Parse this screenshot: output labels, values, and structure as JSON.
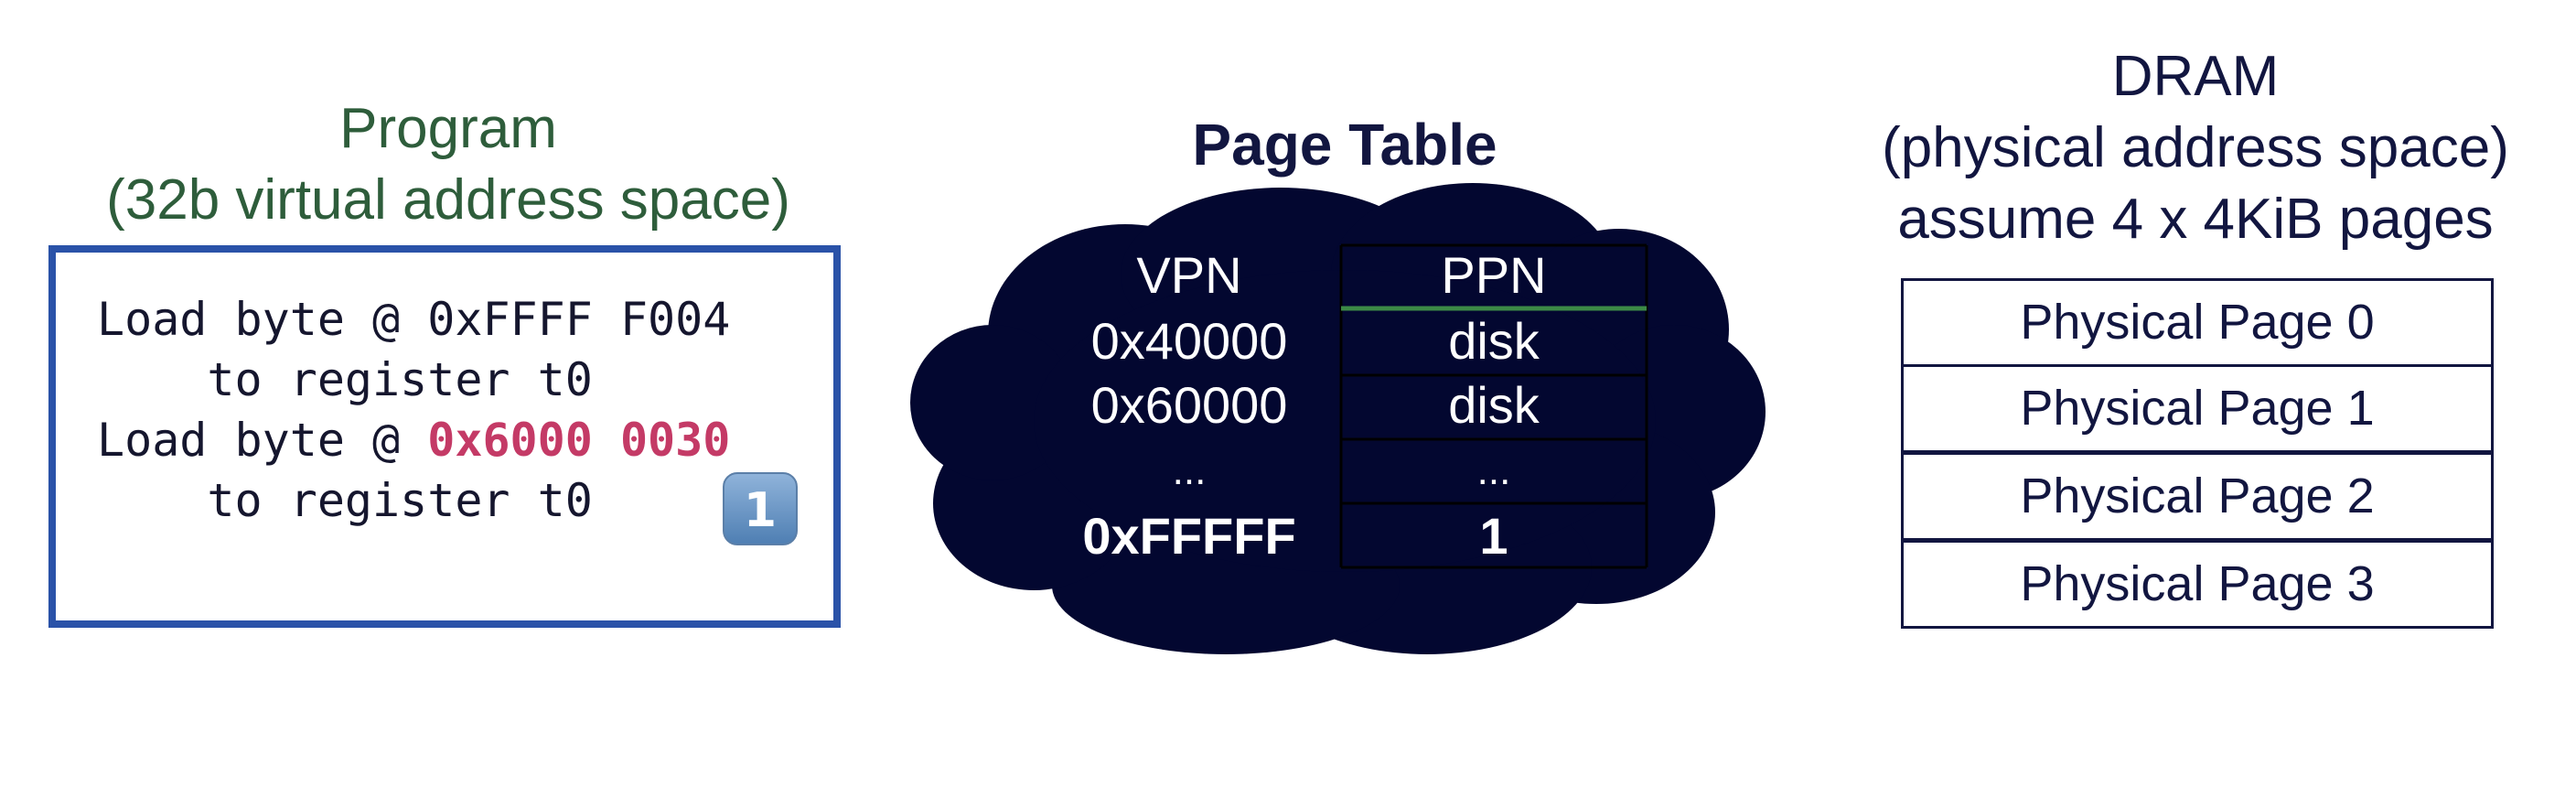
{
  "program": {
    "title_line1": "Program",
    "title_line2": "(32b virtual address space)",
    "lines": [
      {
        "prefix": "Load byte @ ",
        "address": "0xFFFF F004"
      },
      {
        "text": "    to register t0"
      },
      {
        "prefix": "Load byte @ ",
        "address": "0x6000 0030"
      },
      {
        "text": "    to register t0"
      }
    ],
    "step_badge": "1"
  },
  "page_table": {
    "title": "Page Table",
    "headers": {
      "vpn": "VPN",
      "ppn": "PPN"
    },
    "rows": [
      {
        "vpn": "0x40000",
        "ppn": "disk"
      },
      {
        "vpn": "0x60000",
        "ppn": "disk"
      },
      {
        "vpn": "...",
        "ppn": "..."
      },
      {
        "vpn": "0xFFFFF",
        "ppn": "1"
      }
    ],
    "colors": {
      "cloud": "#030730",
      "header_rule": "#3c8a46"
    }
  },
  "dram": {
    "title_line1": "DRAM",
    "title_line2": "(physical address space)",
    "title_line3": "assume 4 x 4KiB pages",
    "pages": [
      "Physical Page 0",
      "Physical Page 1",
      "Physical Page 2",
      "Physical Page 3"
    ]
  }
}
